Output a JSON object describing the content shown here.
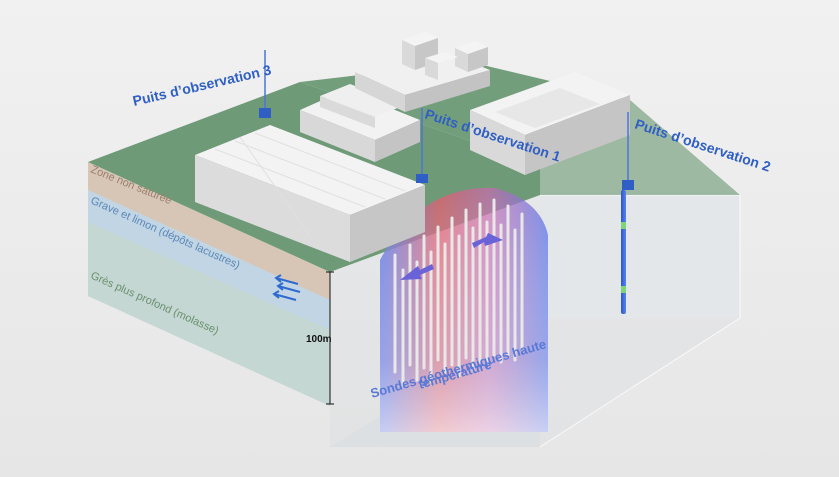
{
  "labels": {
    "well3": "Puits d’observation 3",
    "well1": "Puits d’observation 1",
    "well2": "Puits d’observation 2",
    "layer_unsaturated": "Zone non saturée",
    "layer_gravel": "Grave et limon (dépôts lacustres)",
    "layer_sandstone": "Grès plus profond (molasse)",
    "depth": "100m",
    "probes_line1": "Sondes géothermiques haute",
    "probes_line2": "température"
  },
  "colors": {
    "accent_blue": "#2f5fc4",
    "ground_green": "#6f9a78",
    "hot": "#e2504e",
    "cold": "#4a6fe0"
  }
}
